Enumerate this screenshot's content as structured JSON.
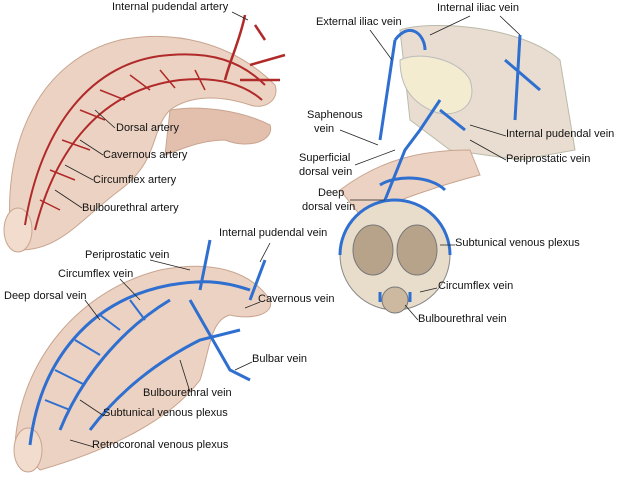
{
  "top_left_arteries": {
    "internal_pudendal_artery": "Internal pudendal artery",
    "dorsal_artery": "Dorsal artery",
    "cavernous_artery": "Cavernous artery",
    "circumflex_artery": "Circumflex artery",
    "bulbourethral_artery": "Bulbourethral artery"
  },
  "top_right_veins": {
    "external_iliac_vein": "External iliac vein",
    "internal_iliac_vein": "Internal iliac vein",
    "saphenous_vein_1": "Saphenous",
    "saphenous_vein_2": "vein",
    "internal_pudendal_vein": "Internal pudendal vein",
    "superficial_dorsal_vein_1": "Superficial",
    "superficial_dorsal_vein_2": "dorsal vein",
    "periprostatic_vein": "Periprostatic vein",
    "deep_dorsal_vein_1": "Deep",
    "deep_dorsal_vein_2": "dorsal vein",
    "subtunical_venous_plexus": "Subtunical venous plexus",
    "circumflex_vein": "Circumflex vein",
    "bulbourethral_vein": "Bulbourethral vein"
  },
  "bottom_left_veins": {
    "internal_pudendal_vein": "Internal pudendal vein",
    "periprostatic_vein": "Periprostatic vein",
    "circumflex_vein": "Circumflex vein",
    "deep_dorsal_vein": "Deep dorsal vein",
    "cavernous_vein": "Cavernous vein",
    "bulbar_vein": "Bulbar vein",
    "bulbourethral_vein": "Bulbourethral vein",
    "subtunical_venous_plexus": "Subtunical venous plexus",
    "retrocoronal_venous_plexus": "Retrocoronal venous plexus"
  },
  "colors": {
    "artery": "#b02a2a",
    "vein": "#2f6fd0",
    "tissue": "#ecd2c2"
  }
}
